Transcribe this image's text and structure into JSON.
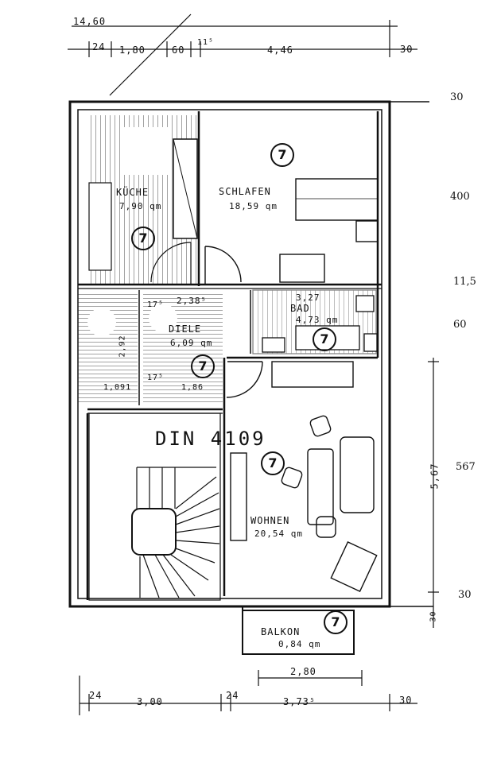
{
  "drawing": {
    "marker": "7",
    "rooms": {
      "kueche": {
        "name": "KÜCHE",
        "area": "7,90 qm"
      },
      "schlafen": {
        "name": "SCHLAFEN",
        "area": "18,59 qm"
      },
      "bad": {
        "name": "BAD",
        "area": "4,73 qm",
        "dim": "3,27"
      },
      "diele": {
        "name": "DIELE",
        "area": "6,09 qm",
        "dim": "2,38⁵"
      },
      "wohnen": {
        "name": "WOHNEN",
        "area": "20,54 qm"
      },
      "balkon": {
        "name": "BALKON",
        "area": "0,84 qm"
      }
    },
    "annotation": "DIN 4109",
    "top_dims": {
      "overall": "14,60",
      "a": "24",
      "b": "1,80",
      "c": "60",
      "d": "11⁵",
      "e": "4,46",
      "f": "30"
    },
    "bottom_dims": {
      "balcony": "2,80",
      "a": "24",
      "b": "3,00",
      "c": "24",
      "d": "3,73⁵",
      "e": "30"
    },
    "inner_dims": {
      "v1": "2,92",
      "h1": "1,091",
      "h2": "1,86",
      "s1": "17⁵",
      "s2": "17⁵"
    },
    "right_dims": {
      "v": "5,67",
      "b": "30"
    },
    "side_labels": [
      "30",
      "400",
      "11,5",
      "60",
      "567",
      "30"
    ]
  }
}
